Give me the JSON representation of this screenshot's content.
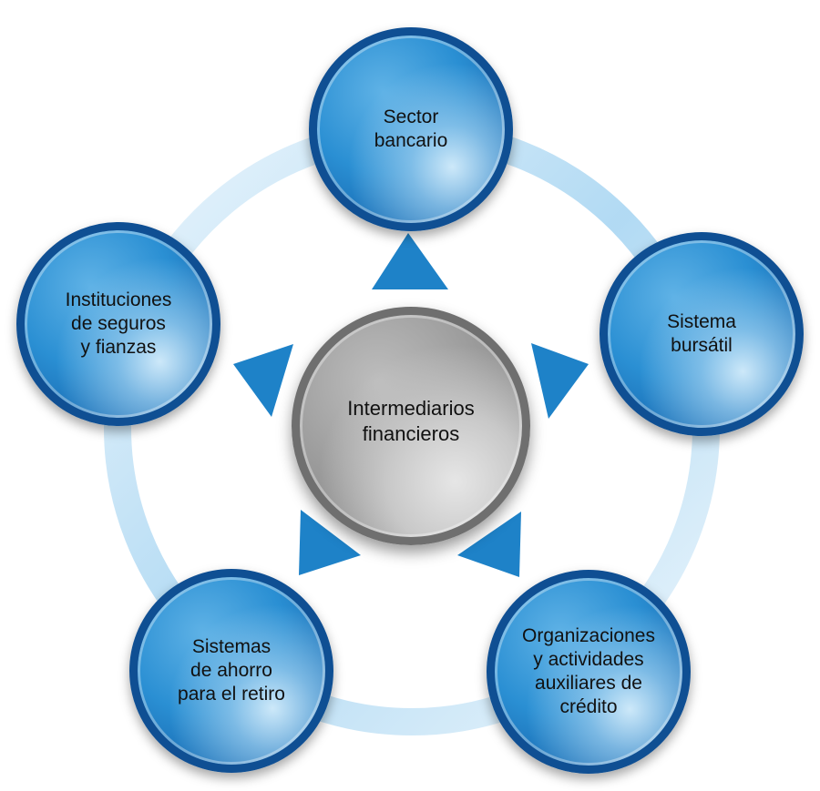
{
  "diagram": {
    "center": {
      "label": "Intermediarios\nfinancieros"
    },
    "nodes": [
      {
        "id": "sector-bancario",
        "label": "Sector\nbancario"
      },
      {
        "id": "sistema-bursatil",
        "label": "Sistema\nbursátil"
      },
      {
        "id": "organizaciones-auxiliares",
        "label": "Organizaciones\ny actividades\nauxiliares de\ncrédito"
      },
      {
        "id": "sistemas-ahorro-retiro",
        "label": "Sistemas\nde ahorro\npara el retiro"
      },
      {
        "id": "instituciones-seguros-fianzas",
        "label": "Instituciones\nde seguros\ny fianzas"
      }
    ],
    "colors": {
      "node_fill": "#2a8fd3",
      "node_border": "#0f4f93",
      "center_fill": "#9a9a9a",
      "center_border": "#6f6f6f",
      "arrow": "#1e82c8",
      "ring": "#9fd0ef"
    }
  }
}
